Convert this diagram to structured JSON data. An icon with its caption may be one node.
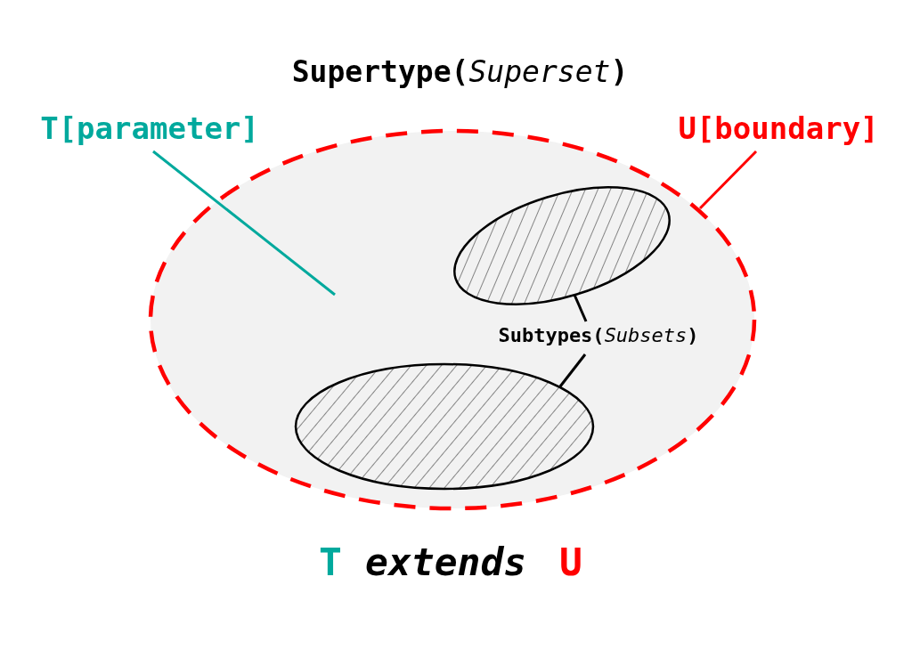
{
  "diagram": {
    "title": "Supertype(*Superset*)",
    "nodes": [
      {
        "text": [
          "T[parameter]"
        ]
      },
      {
        "text": [],
        "shape": "ellipse"
      },
      {
        "text": [],
        "shape": "ellipse",
        "in": 1
      },
      {
        "text": [
          "Subtypes(*Subsets*)"
        ],
        "in": 1
      },
      {
        "text": [],
        "shape": "ellipse",
        "in": 1
      },
      {
        "text": [
          "U[boundary]"
        ]
      }
    ],
    "edges": [
      {
        "from": 0,
        "to": 1,
        "arrow": "none",
        "color": "#00a99d"
      },
      {
        "from": 3,
        "to": 2,
        "arrow": "none"
      },
      {
        "from": 3,
        "to": 4,
        "arrow": "none"
      },
      {
        "from": 5,
        "to": 1,
        "arrow": "none",
        "color": "#ff0000"
      }
    ],
    "labels": [
      "T",
      "extends",
      "U"
    ]
  }
}
